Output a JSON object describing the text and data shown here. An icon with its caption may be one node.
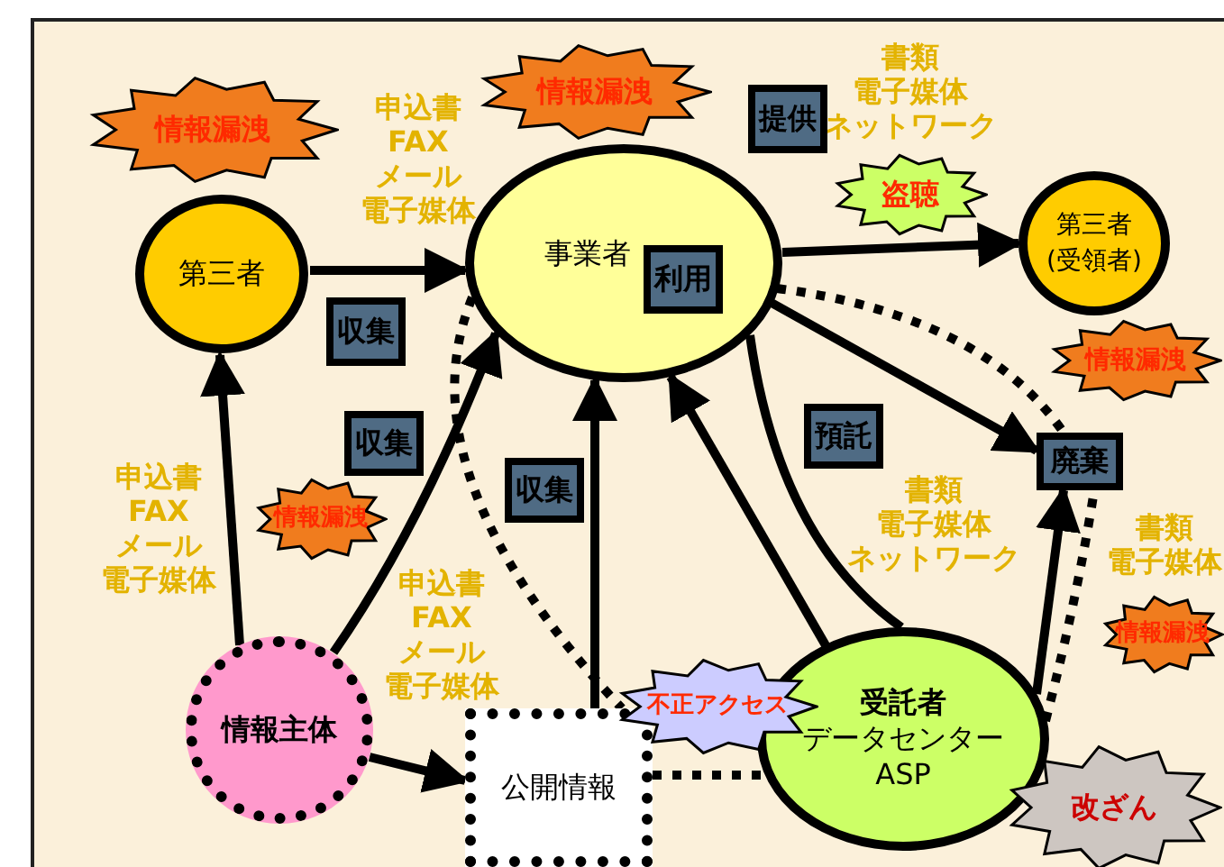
{
  "diagram": {
    "nodes": [
      {
        "text": [
          "第三者"
        ]
      },
      {
        "text": [
          "事業者"
        ]
      },
      {
        "text": [
          "第三者(受領者)"
        ]
      },
      {
        "text": [
          "情報主体"
        ]
      },
      {
        "text": [
          "公開情報"
        ]
      },
      {
        "text": [
          "受託者",
          "データセンター",
          "ASP"
        ]
      },
      {
        "text": [
          "廃棄"
        ]
      },
      {
        "text": [
          "情報漏洩"
        ]
      },
      {
        "text": [
          "情報漏洩"
        ]
      },
      {
        "text": [
          "盗聴"
        ]
      },
      {
        "text": [
          "情報漏洩"
        ]
      },
      {
        "text": [
          "情報漏洩"
        ]
      },
      {
        "text": [
          "不正アクセス"
        ]
      },
      {
        "text": [
          "情報漏洩"
        ]
      },
      {
        "text": [
          "改ざん"
        ]
      },
      {
        "text": [
          "収集"
        ]
      },
      {
        "text": [
          "収集"
        ]
      },
      {
        "text": [
          "収集"
        ]
      },
      {
        "text": [
          "利用"
        ],
        "in": 1
      },
      {
        "text": [
          "提供"
        ]
      },
      {
        "text": [
          "預託"
        ]
      }
    ],
    "edges": [
      {
        "from": 0,
        "to": 1,
        "arrow": "to"
      },
      {
        "from": 3,
        "to": 0,
        "arrow": "to"
      },
      {
        "from": 3,
        "to": 1,
        "arrow": "to"
      },
      {
        "from": 4,
        "to": 1,
        "arrow": "to"
      },
      {
        "from": 3,
        "to": 4,
        "arrow": "to"
      },
      {
        "from": 1,
        "to": 4,
        "arrow": "none",
        "style": "dashed"
      },
      {
        "from": 1,
        "to": 6,
        "arrow": "to"
      },
      {
        "from": 1,
        "to": 5,
        "arrow": "none"
      },
      {
        "from": 5,
        "to": 1,
        "arrow": "to"
      },
      {
        "from": 5,
        "to": 6,
        "arrow": "to"
      },
      {
        "from": 5,
        "to": 6,
        "arrow": "none",
        "style": "dashed"
      },
      {
        "from": 1,
        "to": 2,
        "arrow": "to"
      },
      {
        "from": 1,
        "to": 6,
        "arrow": "none",
        "style": "dashed"
      },
      {
        "from": 4,
        "to": 5,
        "arrow": "none",
        "style": "dashed"
      }
    ],
    "labels": [
      "申込書",
      "FAX",
      "メール",
      "電子媒体",
      "書類",
      "電子媒体",
      "ネットワーク",
      "申込書",
      "FAX",
      "メール",
      "電子媒体",
      "申込書",
      "FAX",
      "メール",
      "電子媒体",
      "書類",
      "電子媒体",
      "ネットワーク",
      "書類",
      "電子媒体"
    ]
  }
}
